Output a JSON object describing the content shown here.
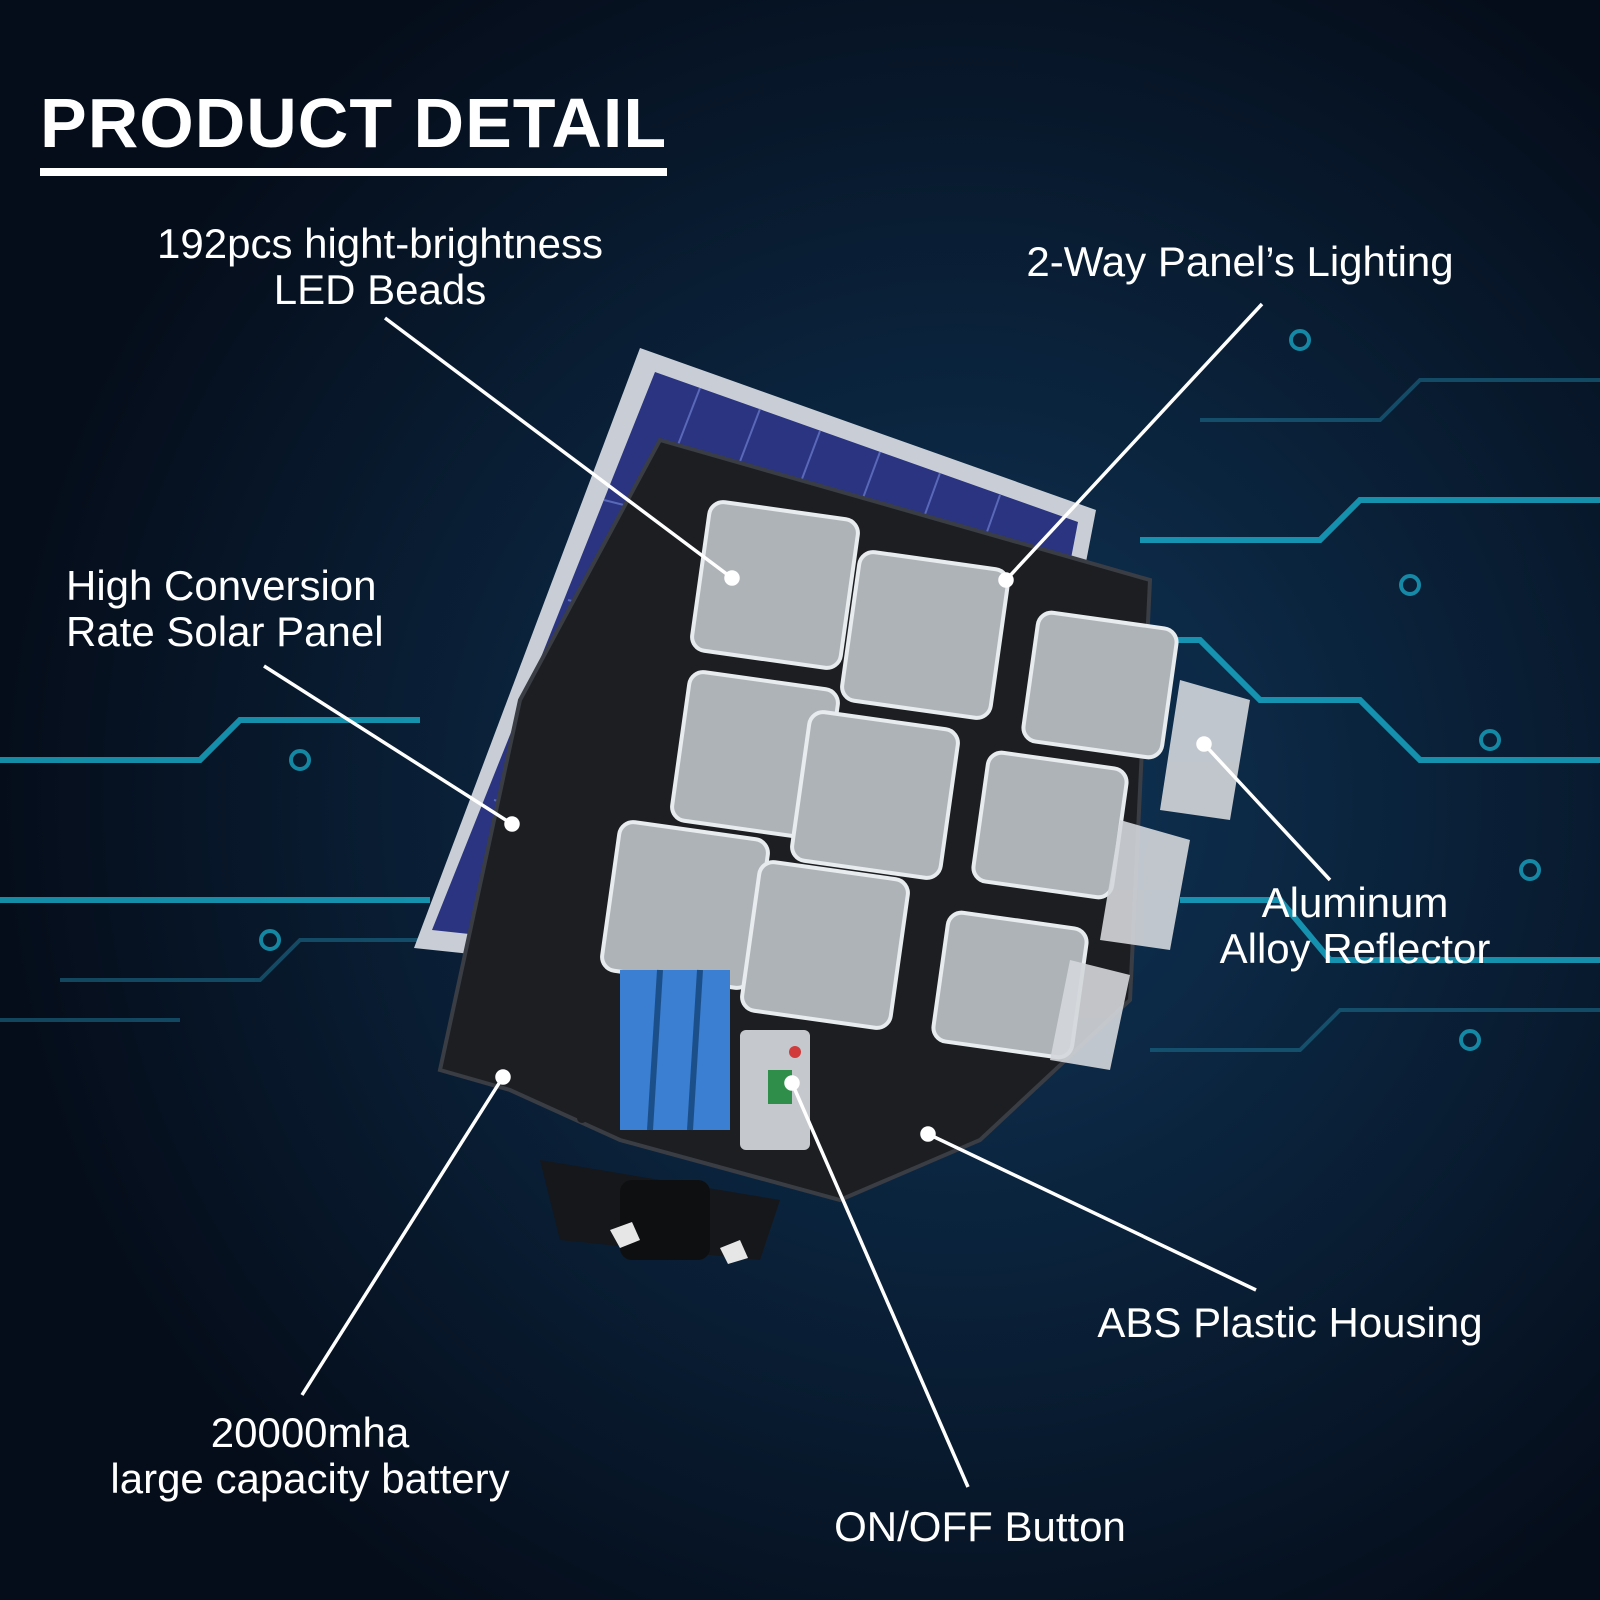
{
  "title": "PRODUCT DETAIL",
  "colors": {
    "background": "#06101f",
    "circuit_accent": "#19b7d6",
    "label_text": "#ffffff",
    "housing": "#1c1e22",
    "solar_panel": "#2a3480"
  },
  "callouts": {
    "led_beads": [
      "192pcs hight-brightness",
      "LED Beads"
    ],
    "lighting": [
      "2-Way Panel’s Lighting"
    ],
    "solar_panel": [
      "High Conversion",
      "Rate Solar Panel"
    ],
    "reflector": [
      "Aluminum",
      "Alloy Reflector"
    ],
    "housing": [
      "ABS Plastic Housing"
    ],
    "battery": [
      "20000mha",
      "large capacity battery"
    ],
    "button": [
      "ON/OFF Button"
    ]
  },
  "product_image": "solar-street-light-illustration"
}
